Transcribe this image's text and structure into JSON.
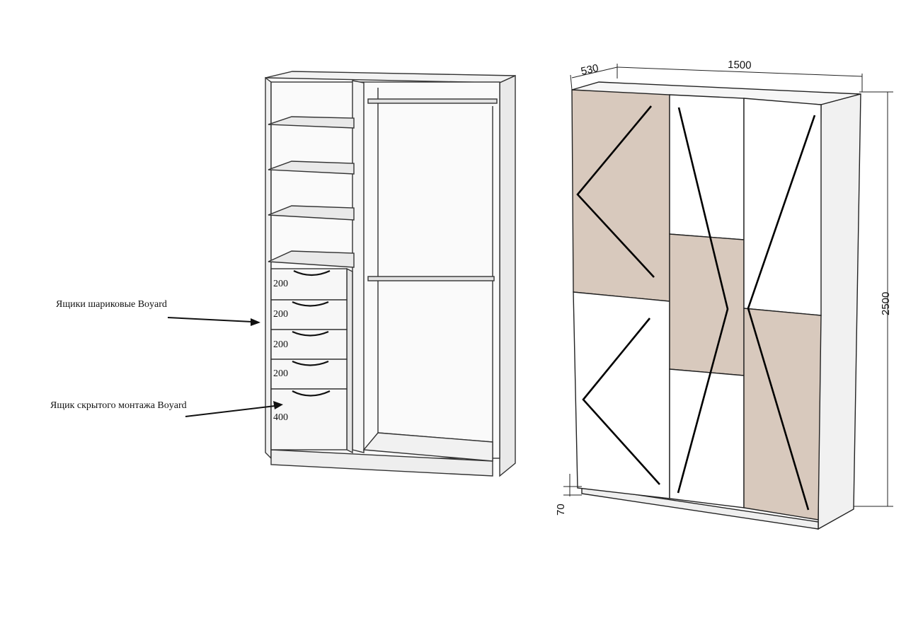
{
  "colors": {
    "line": "#333333",
    "panel_beige": "#d8c9bd",
    "carcass": "#f4f4f4",
    "shelf_face": "#e6e6e6"
  },
  "left_drawing": {
    "drawer_heights": [
      "200",
      "200",
      "200",
      "200",
      "400"
    ],
    "callouts": {
      "ball_drawers": "Ящики шариковые Boyard",
      "hidden_drawer": "Ящик скрытого монтажа Boyard"
    }
  },
  "right_drawing": {
    "dimensions": {
      "depth": "530",
      "width": "1500",
      "height": "2500",
      "plinth": "70"
    }
  }
}
